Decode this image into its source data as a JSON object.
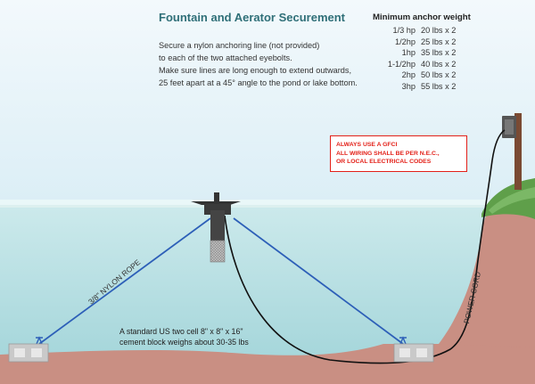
{
  "title": "Fountain and Aerator Securement",
  "instructions": [
    "Secure a nylon anchoring line (not provided)",
    "to each of the two attached eyebolts.",
    "Make sure lines are long enough to extend outwards,",
    "25 feet apart at a 45° angle to the pond or lake bottom."
  ],
  "anchor_weights": {
    "title": "Minimum anchor weight",
    "rows": [
      {
        "hp": "1/3 hp",
        "weight": "20 lbs x 2"
      },
      {
        "hp": "1/2hp",
        "weight": "25 lbs x 2"
      },
      {
        "hp": "1hp",
        "weight": "35 lbs x 2"
      },
      {
        "hp": "1-1/2hp",
        "weight": "40 lbs x 2"
      },
      {
        "hp": "2hp",
        "weight": "50 lbs x 2"
      },
      {
        "hp": "3hp",
        "weight": "55 lbs x 2"
      }
    ]
  },
  "warning": [
    "ALWAYS USE A GFCI",
    "ALL WIRING SHALL BE PER N.E.C.,",
    "OR LOCAL ELECTRICAL CODES"
  ],
  "labels": {
    "rope": "3/8\" NYLON ROPE",
    "cord": "POWER CORD"
  },
  "block_note": [
    "A standard US two cell 8\" x 8\" x 16\"",
    "cement block weighs about 30-35 lbs"
  ],
  "colors": {
    "sky": "#e8f3f9",
    "water": "#bfe3e7",
    "bottom": "#c98f83",
    "grass": "#5f9f4a",
    "rope": "#2d5fb8",
    "warning": "#e32119",
    "title": "#2f6f78"
  },
  "icons": [
    "fountain-float",
    "anchor-block",
    "power-post",
    "outlet-box"
  ]
}
